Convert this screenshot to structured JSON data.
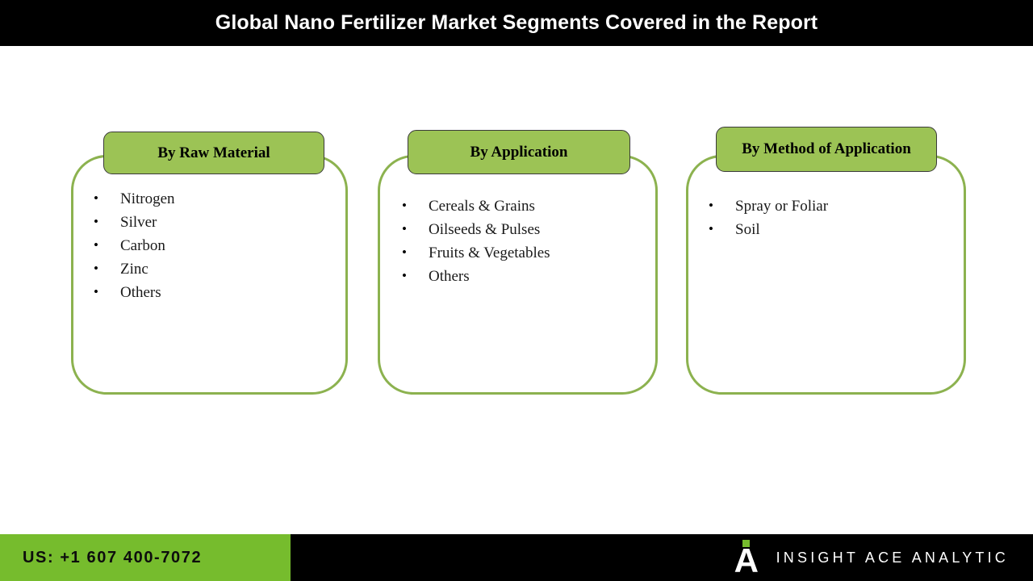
{
  "header": {
    "title": "Global Nano Fertilizer Market Segments Covered in the Report",
    "background_color": "#000000",
    "text_color": "#ffffff"
  },
  "theme": {
    "pill_green": "#9cc355",
    "outline_green": "#8cb24f",
    "footer_green": "#76bc2d",
    "black": "#000000",
    "body_text": "#1a1a1a"
  },
  "cards": [
    {
      "title": "By Raw Material",
      "items": [
        "Nitrogen",
        "Silver",
        "Carbon",
        "Zinc",
        "Others"
      ],
      "bullet": "•"
    },
    {
      "title": "By Application",
      "items": [
        "Cereals & Grains",
        "Oilseeds & Pulses",
        "Fruits & Vegetables",
        "Others"
      ],
      "bullet": "•"
    },
    {
      "title": "By Method of Application",
      "items": [
        "Spray or Foliar",
        "Soil"
      ],
      "bullet": "•"
    }
  ],
  "footer": {
    "phone": "US: +1 607 400-7072",
    "brand_glyph": "A",
    "brand_name": "INSIGHT ACE ANALYTIC"
  }
}
